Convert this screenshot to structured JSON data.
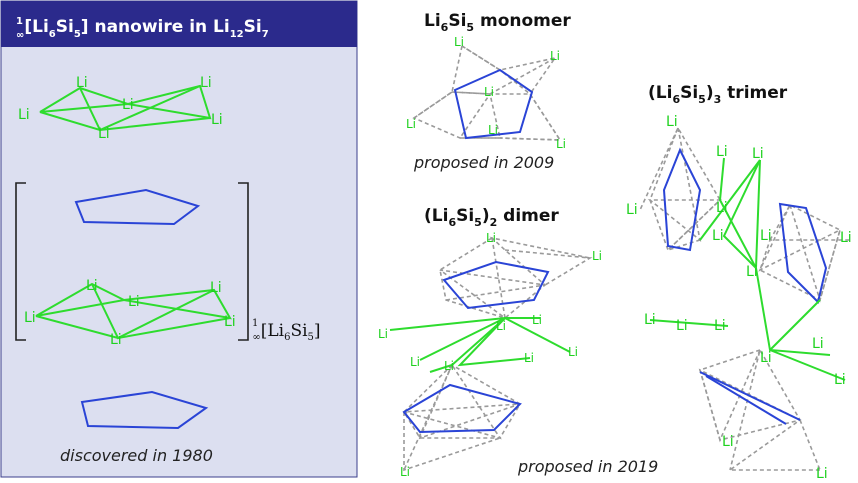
{
  "panel": {
    "title_prefix_num": "1",
    "title_prefix_sym": "∞",
    "title_main": "[Li",
    "title_sub1": "6",
    "title_si": "Si",
    "title_sub2": "5",
    "title_rest": "] nanowire in Li",
    "title_sub3": "12",
    "title_si2": "Si",
    "title_sub4": "7",
    "formula_pre_num": "1",
    "formula_pre_sym": "∞",
    "formula_main": "[Li",
    "formula_sub1": "6",
    "formula_si": "Si",
    "formula_sub2": "5",
    "formula_close": "]",
    "caption": "discovered in 1980"
  },
  "monomer": {
    "label_main": "Li",
    "label_sub1": "6",
    "label_si": "Si",
    "label_sub2": "5",
    "label_rest": " monomer",
    "caption": "proposed in 2009"
  },
  "dimer": {
    "label_open": "(Li",
    "label_sub1": "6",
    "label_si": "Si",
    "label_sub2": "5",
    "label_close": ")",
    "label_sub3": "2",
    "label_rest": " dimer"
  },
  "trimer": {
    "label_open": "(Li",
    "label_sub1": "6",
    "label_si": "Si",
    "label_sub2": "5",
    "label_close": ")",
    "label_sub3": "3",
    "label_rest": " trimer"
  },
  "bottom_caption": "proposed in 2019",
  "atom_label": "Li",
  "colors": {
    "lithium": "#2edc2e",
    "silicon_bonds": "#2a44d6",
    "contacts": "#9a9a9a",
    "title_bar": "#2b2a8c"
  }
}
